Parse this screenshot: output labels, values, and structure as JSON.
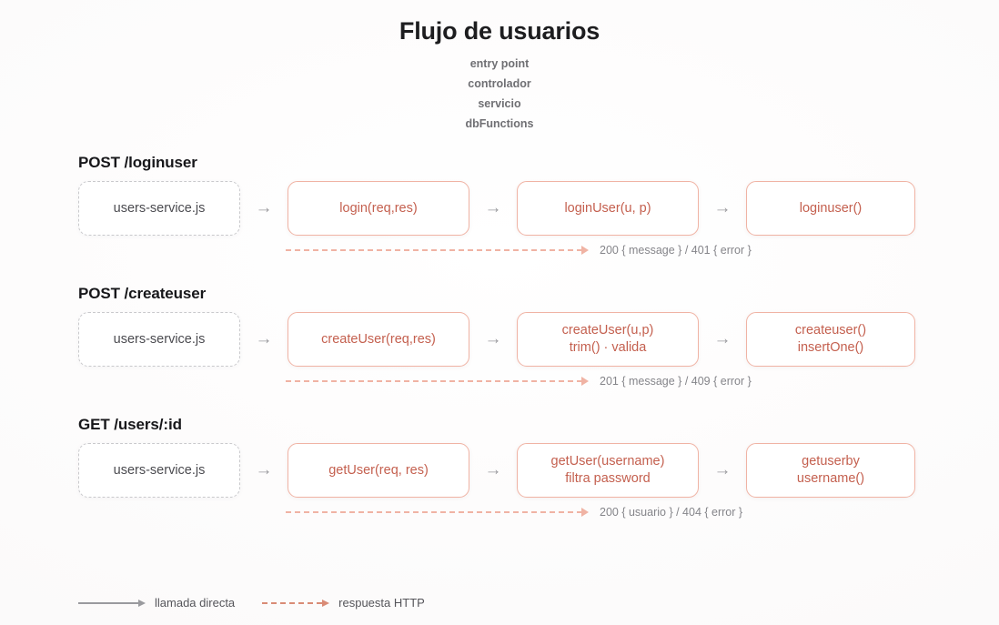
{
  "header": {
    "title": "Flujo de usuarios",
    "layers": [
      {
        "label": "entry point"
      },
      {
        "label": "controlador"
      },
      {
        "label": "servicio"
      },
      {
        "label": "dbFunctions"
      }
    ]
  },
  "flows": [
    {
      "heading": "POST /loginuser",
      "entry": "users-service.js",
      "controller": {
        "line1": "login(req,res)",
        "line2": ""
      },
      "service": {
        "line1": "loginUser(u, p)",
        "line2": ""
      },
      "db": {
        "line1": "loginuser()",
        "line2": ""
      },
      "response": "200 { message } / 401 { error }"
    },
    {
      "heading": "POST /createuser",
      "entry": "users-service.js",
      "controller": {
        "line1": "createUser(req,res)",
        "line2": ""
      },
      "service": {
        "line1": "createUser(u,p)",
        "line2": "trim() · valida"
      },
      "db": {
        "line1": "createuser()",
        "line2": "insertOne()"
      },
      "response": "201 { message } / 409 { error }"
    },
    {
      "heading": "GET /users/:id",
      "entry": "users-service.js",
      "controller": {
        "line1": "getUser(req, res)",
        "line2": ""
      },
      "service": {
        "line1": "getUser(username)",
        "line2": "filtra password"
      },
      "db": {
        "line1": "getuserby",
        "line2": "username()"
      },
      "response": "200 { usuario } / 404 { error }"
    }
  ],
  "arrows": {
    "glyph": "→"
  },
  "legend": {
    "direct_call": "llamada directa",
    "http_response": "respuesta HTTP"
  },
  "colors": {
    "accent": "#c4604f",
    "accent_border": "#f0b3a4",
    "arrow_gray": "#9a9a9e",
    "entry_border": "#c9c9cc",
    "heading": "#17171a",
    "muted_text": "#85858a",
    "legend_dashed": "#d98b76"
  }
}
